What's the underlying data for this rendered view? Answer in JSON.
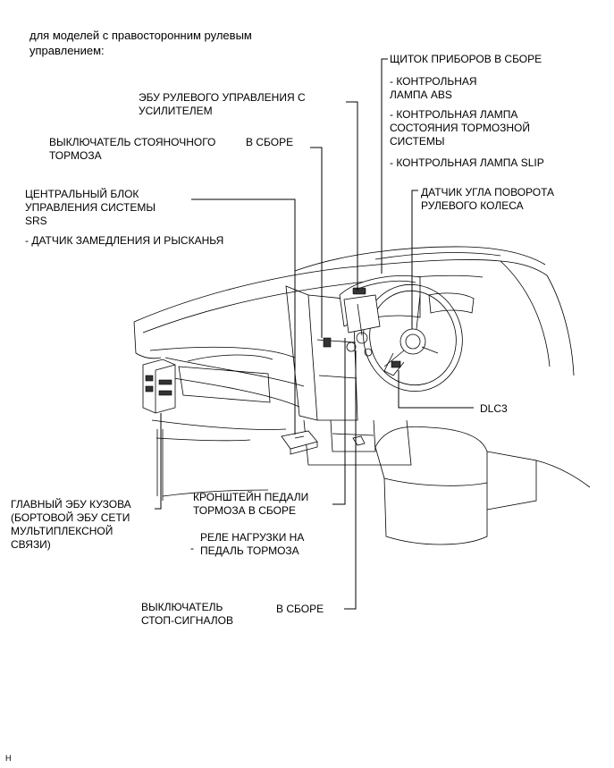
{
  "heading": "для моделей с правосторонним рулевым\nуправлением:",
  "labels": {
    "instrument_cluster": "ЩИТОК ПРИБОРОВ В СБОРЕ",
    "abs_lamp": "- КОНТРОЛЬНАЯ\nЛАМПА ABS",
    "brake_system_lamp": "- КОНТРОЛЬНАЯ ЛАМПА\nСОСТОЯНИЯ ТОРМОЗНОЙ\nСИСТЕМЫ",
    "slip_lamp": "- КОНТРОЛЬНАЯ ЛАМПА SLIP",
    "power_steering_ecu": "ЭБУ РУЛЕВОГО УПРАВЛЕНИЯ С\nУСИЛИТЕЛЕМ",
    "parking_brake_switch": "ВЫКЛЮЧАТЕЛЬ СТОЯНОЧНОГО\nТОРМОЗА",
    "parking_brake_assy": "В СБОРЕ",
    "steering_angle_sensor": "ДАТЧИК УГЛА ПОВОРОТА\nРУЛЕВОГО КОЛЕСА",
    "srs_center_unit": "ЦЕНТРАЛЬНЫЙ БЛОК\nУПРАВЛЕНИЯ СИСТЕМЫ\nSRS",
    "yaw_rate_sensor": "- ДАТЧИК ЗАМЕДЛЕНИЯ И РЫСКАНЬЯ",
    "dlc3": "DLC3",
    "main_body_ecu": "ГЛАВНЫЙ ЭБУ КУЗОВА\n(БОРТОВОЙ ЭБУ СЕТИ\nМУЛЬТИПЛЕКСНОЙ\nСВЯЗИ)",
    "brake_pedal_bracket": "КРОНШТЕЙН ПЕДАЛИ\nТОРМОЗА В СБОРЕ",
    "brake_pedal_relay": "РЕЛЕ НАГРУЗКИ НА\nПЕДАЛЬ ТОРМОЗА",
    "relay_dash": "-",
    "stop_light_switch": "ВЫКЛЮЧАТЕЛЬ\nСТОП-СИГНАЛОВ",
    "stop_light_assy": "В СБОРЕ"
  },
  "footer_mark": "H"
}
